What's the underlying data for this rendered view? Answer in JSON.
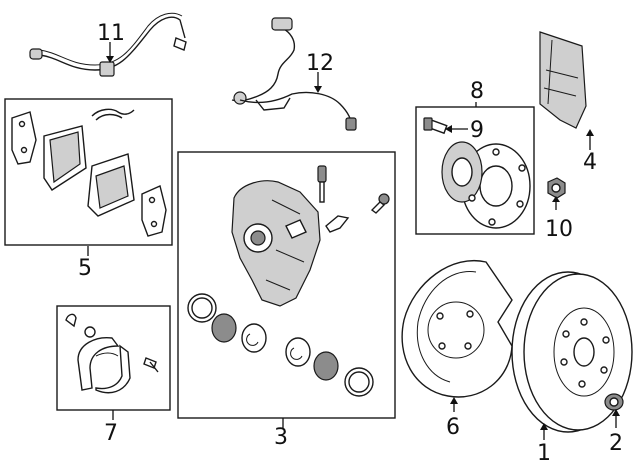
{
  "callouts": {
    "1": "1",
    "2": "2",
    "3": "3",
    "4": "4",
    "5": "5",
    "6": "6",
    "7": "7",
    "8": "8",
    "9": "9",
    "10": "10",
    "11": "11",
    "12": "12"
  },
  "colors": {
    "line": "#1a1a1a",
    "background": "#ffffff",
    "shading_dark": "#3a3a3a",
    "shading_mid": "#8c8c8c",
    "shading_light": "#cfcfcf"
  }
}
